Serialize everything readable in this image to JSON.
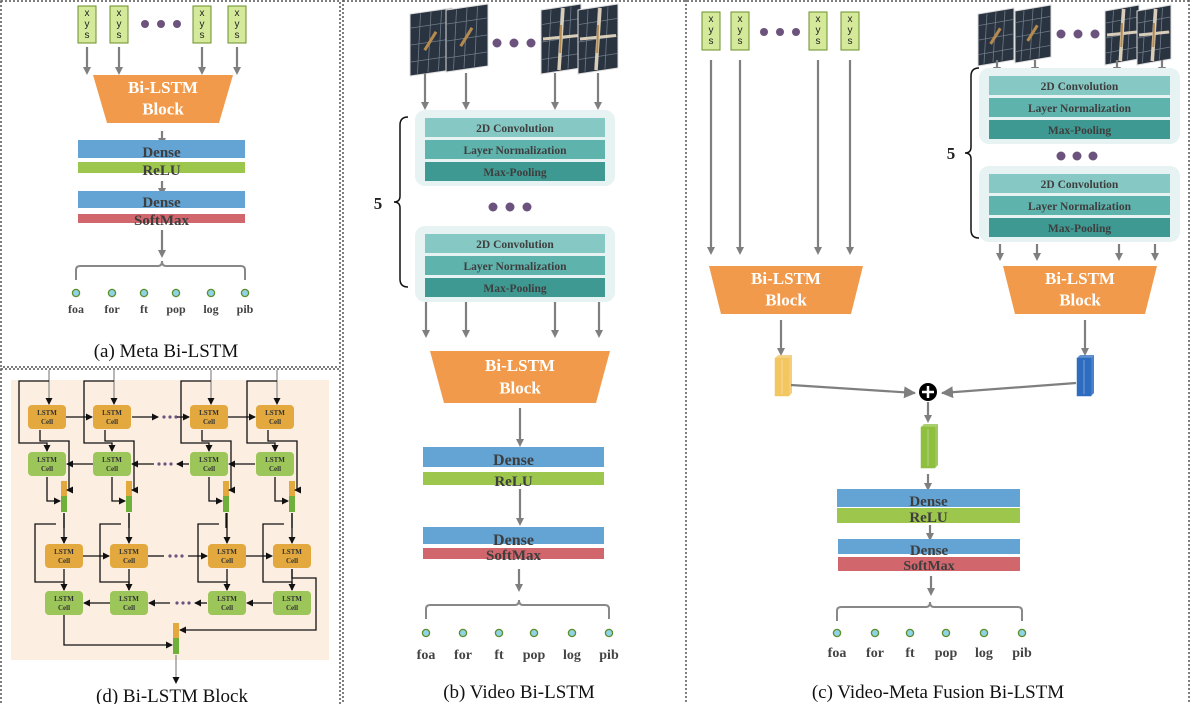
{
  "panels": {
    "a": {
      "caption": "(a) Meta Bi-LSTM"
    },
    "b": {
      "caption": "(b) Video Bi-LSTM"
    },
    "c": {
      "caption": "(c) Video-Meta Fusion Bi-LSTM"
    },
    "d": {
      "caption": "(d) Bi-LSTM Block"
    }
  },
  "input_token": [
    "x",
    "y",
    "s"
  ],
  "bilstm_block": {
    "line1": "Bi-LSTM",
    "line2": "Block"
  },
  "layers": {
    "dense": "Dense",
    "relu": "ReLU",
    "softmax": "SoftMax"
  },
  "conv_block": {
    "conv": "2D Convolution",
    "norm": "Layer Normalization",
    "pool": "Max-Pooling"
  },
  "repeat_count": "5",
  "outputs": [
    "foa",
    "for",
    "ft",
    "pop",
    "log",
    "pib"
  ],
  "lstm_cell": {
    "line1": "LSTM",
    "line2": "Cell"
  },
  "colors": {
    "orange": "#f29a4b",
    "dense": "#63a4d5",
    "relu": "#9dc64c",
    "softmax": "#d1666d",
    "conv": "#86c8c3",
    "norm": "#5fb3ad",
    "pool": "#3f9993",
    "conv_bg": "#e6f3f2",
    "token_fill": "#d4ea9a",
    "token_stroke": "#6d8f2c",
    "dots": "#6b537e",
    "cell_orange": "#e3a93f",
    "cell_green": "#9dc65a",
    "block_bg": "#fcefe2",
    "node_fill": "#8fd3e6",
    "node_stroke": "#5e8e2a",
    "vec_yellow": "#f2c661",
    "vec_blue": "#2e6cc0",
    "vec_green": "#8ebf3f",
    "layer_text": "#3e3e3e"
  }
}
